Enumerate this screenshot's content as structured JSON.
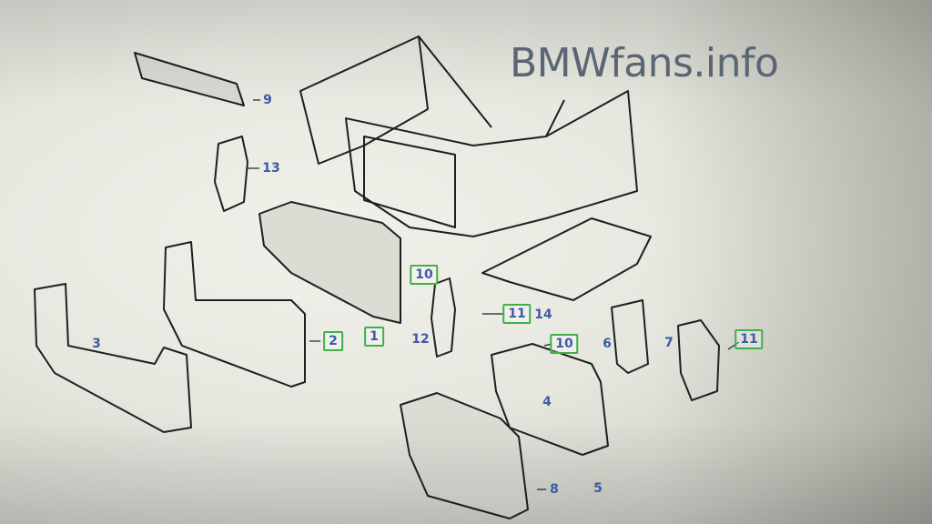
{
  "watermark": "BMWfans.info",
  "labels": [
    {
      "id": "9",
      "boxed": false
    },
    {
      "id": "13",
      "boxed": false
    },
    {
      "id": "3",
      "boxed": false
    },
    {
      "id": "2",
      "boxed": true
    },
    {
      "id": "1",
      "boxed": true
    },
    {
      "id": "10",
      "boxed": true
    },
    {
      "id": "12",
      "boxed": false
    },
    {
      "id": "11",
      "boxed": true
    },
    {
      "id": "14",
      "boxed": false
    },
    {
      "id": "10",
      "boxed": true
    },
    {
      "id": "6",
      "boxed": false
    },
    {
      "id": "7",
      "boxed": false
    },
    {
      "id": "11",
      "boxed": true
    },
    {
      "id": "4",
      "boxed": false
    },
    {
      "id": "8",
      "boxed": false
    },
    {
      "id": "5",
      "boxed": false
    }
  ],
  "colors": {
    "label": "#3d5ba6",
    "box": "#3fb04a",
    "line": "#1f1f1f"
  }
}
